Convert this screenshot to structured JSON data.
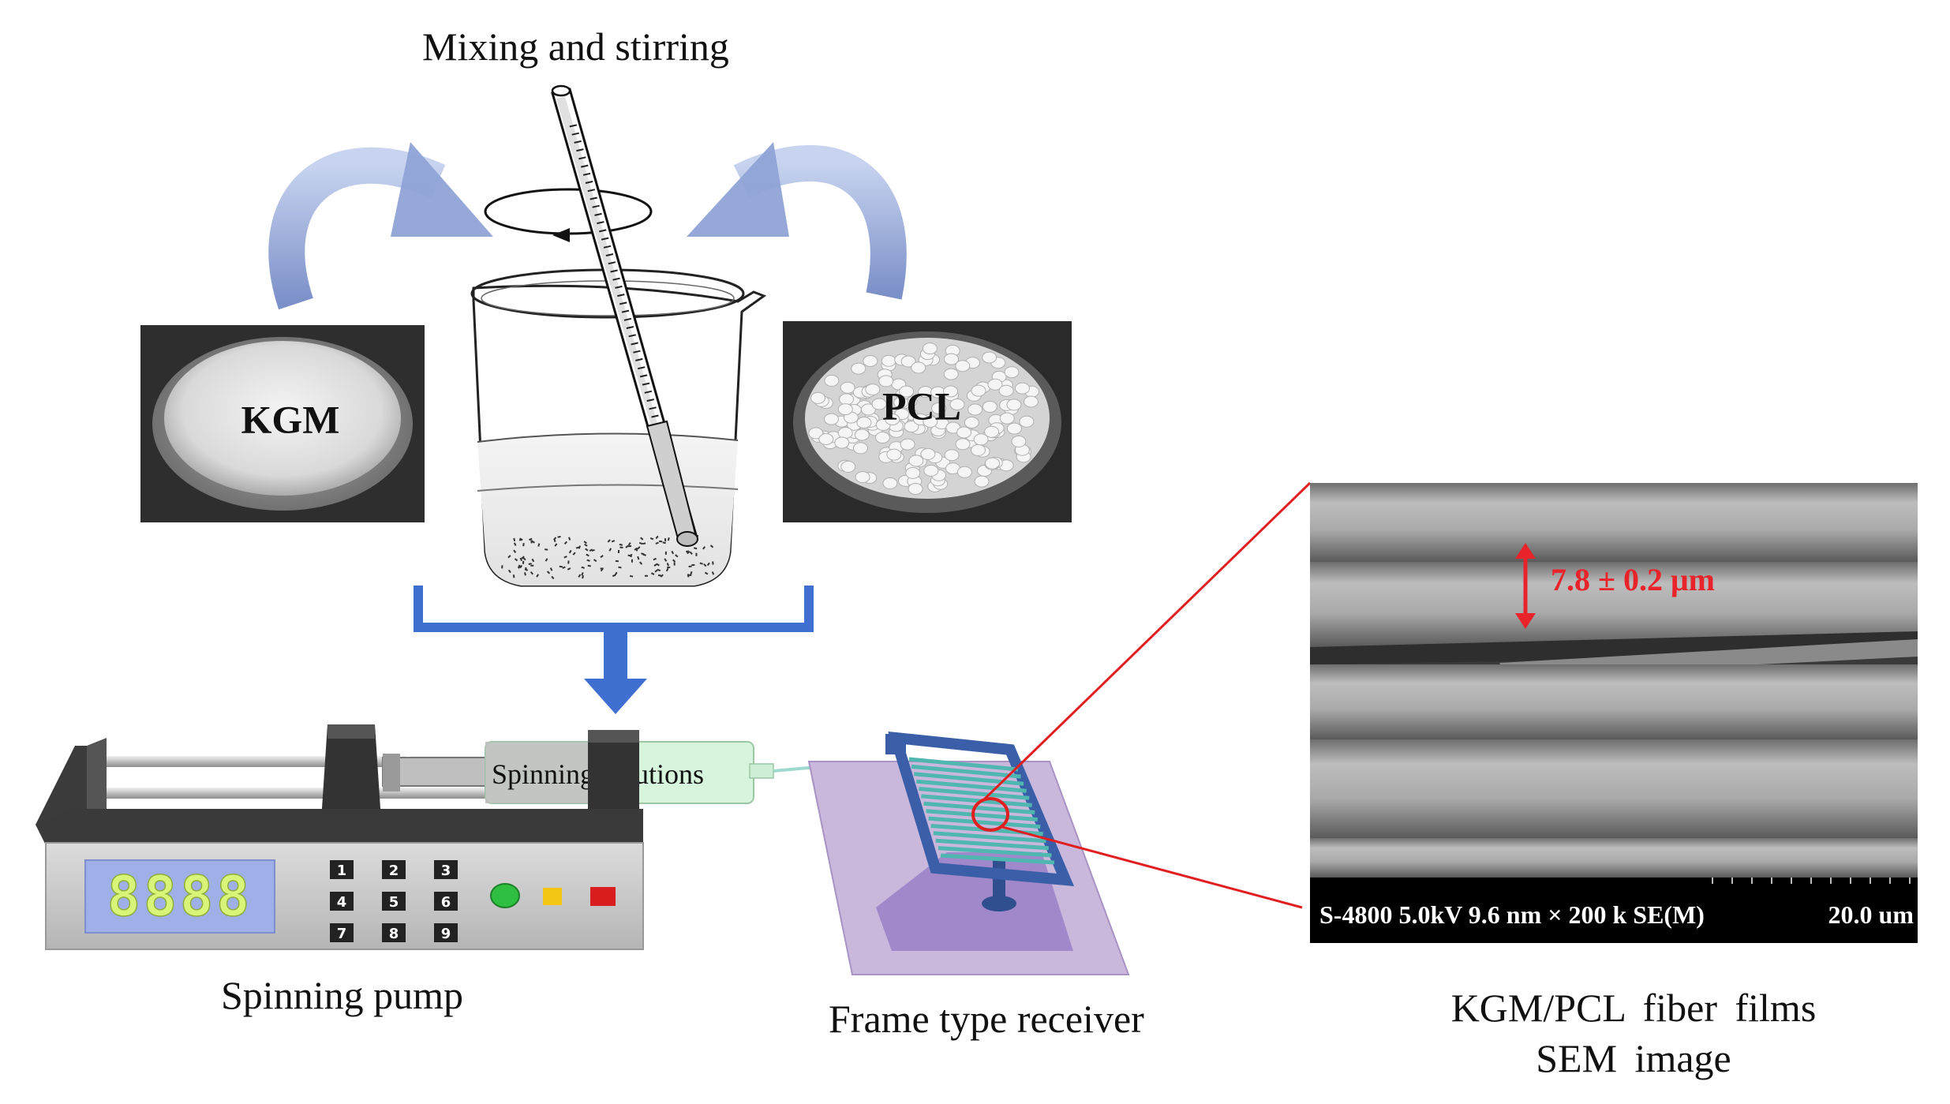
{
  "diagram": {
    "title": "Mixing and stirring",
    "kgm_label": "KGM",
    "pcl_label": "PCL",
    "syringe_label": "Spinning solutions",
    "pump_display": "8888",
    "keypad_keys": [
      "1",
      "2",
      "3",
      "4",
      "5",
      "6",
      "7",
      "8",
      "9"
    ],
    "pump_label": "Spinning pump",
    "receiver_label": "Frame type receiver",
    "sem_measurement": "7.8 ± 0.2 μm",
    "sem_info": "S-4800 5.0kV 9.6 nm × 200 k SE(M)",
    "sem_scale": "20.0 um",
    "sem_caption_line1": "KGM/PCL  fiber  films",
    "sem_caption_line2": "SEM image"
  },
  "colors": {
    "arrow_light": "#8fa3d6",
    "arrow_blue": "#3e6fd1",
    "callout_red": "#e02020",
    "measure_red": "#e8232a",
    "pump_body": "#c9c9c9",
    "display_bg": "#9fb0e8",
    "display_digits": "#d8f57a",
    "syringe_fluid": "#d6f5dc",
    "receiver_plate": "#c9b7dc",
    "frame_blue": "#3a5fa8",
    "wire_teal": "#4fb6b0"
  },
  "icons": [
    "curved-arrow-icon",
    "down-arrow-icon",
    "beaker-icon",
    "stir-rod-icon",
    "rotation-arrow-icon"
  ]
}
